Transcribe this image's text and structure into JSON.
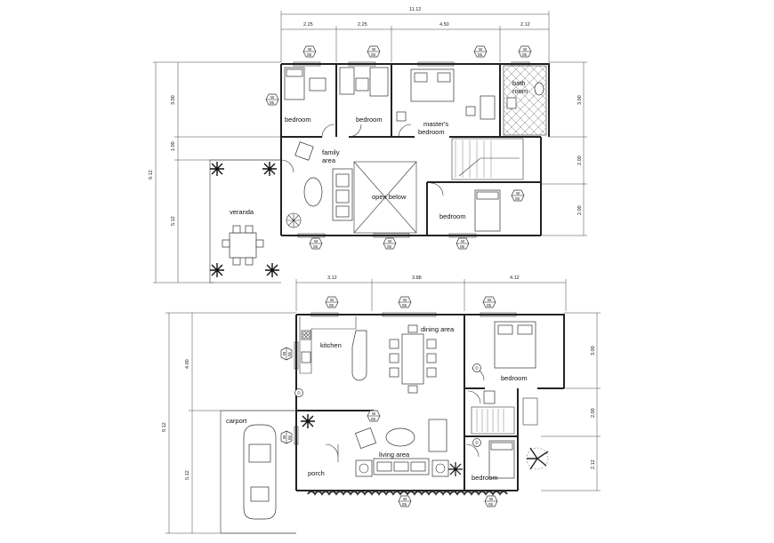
{
  "upper_floor": {
    "rooms": {
      "bedroom_1": "bedroom",
      "bedroom_2": "bedroom",
      "masters_bedroom_line1": "master's",
      "masters_bedroom_line2": "bedroom",
      "bath_line1": "bath",
      "bath_line2": "room",
      "family_line1": "family",
      "family_line2": "area",
      "open_below": "open below",
      "bedroom_3": "bedroom",
      "veranda": "veranda"
    },
    "dims": {
      "overall_top": "11.12",
      "top_1": "2.25",
      "top_2": "2.25",
      "top_3": "4.50",
      "top_4": "2.12",
      "left_total": "9.12",
      "left_1": "3.00",
      "left_2": "1.00",
      "left_3": "5.12",
      "right_1": "3.00",
      "right_2": "2.00",
      "right_3": "2.00"
    },
    "tags": [
      "W",
      "W",
      "W",
      "W",
      "W",
      "W",
      "W",
      "W",
      "W"
    ],
    "tag_numbers": [
      "05",
      "05",
      "05",
      "05",
      "05",
      "05",
      "05",
      "05",
      "05"
    ]
  },
  "ground_floor": {
    "rooms": {
      "kitchen": "kitchen",
      "dining": "dining area",
      "bedroom_1": "bedroom",
      "carport": "carport",
      "living": "living area",
      "porch": "porch",
      "bedroom_2": "bedroom"
    },
    "dims": {
      "top_1": "3.12",
      "top_2": "3.88",
      "top_3": "4.12",
      "left_total": "9.12",
      "left_1": "4.00",
      "left_2": "5.12",
      "right_1": "3.00",
      "right_2": "2.00",
      "right_3": "2.12"
    },
    "tags": [
      "W",
      "W",
      "W",
      "W",
      "W",
      "W",
      "W",
      "W"
    ],
    "tag_numbers": [
      "05",
      "05",
      "05",
      "05",
      "05",
      "05",
      "05",
      "05"
    ],
    "door_tag": "D"
  }
}
